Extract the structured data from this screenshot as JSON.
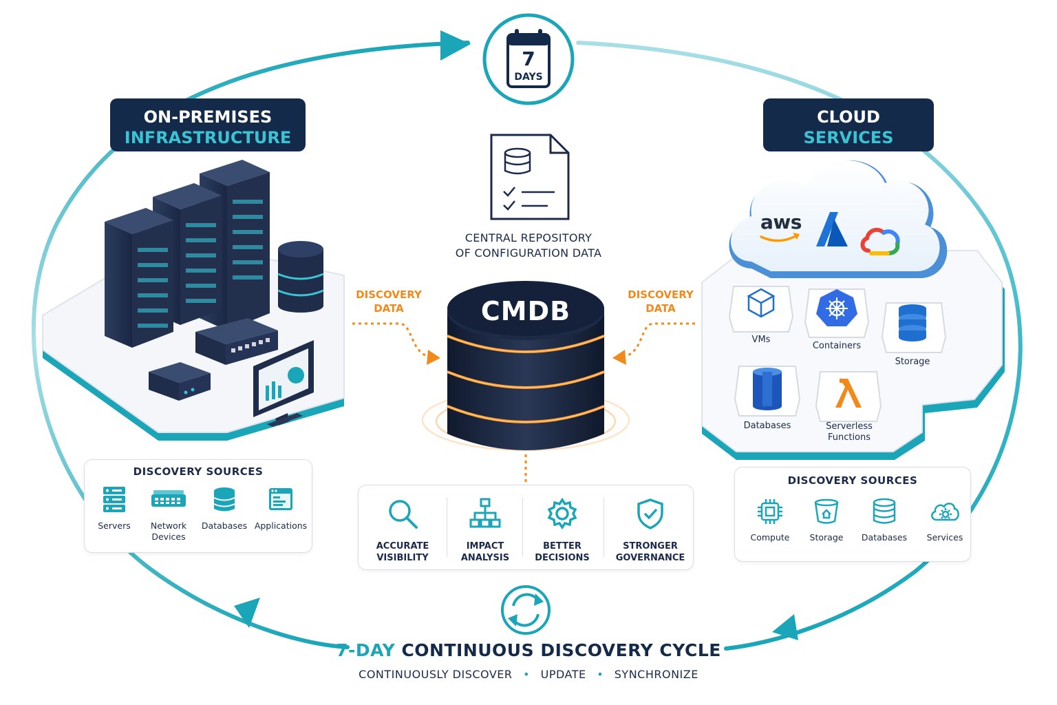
{
  "calendar": {
    "number": "7",
    "unit": "DAYS"
  },
  "onprem": {
    "title_line1": "ON-PREMISES",
    "title_line2": "INFRASTRUCTURE",
    "sources_title": "DISCOVERY SOURCES",
    "sources": [
      {
        "label": "Servers",
        "icon": "server-stack-icon"
      },
      {
        "label": "Network Devices",
        "line1": "Network",
        "line2": "Devices",
        "icon": "network-switch-icon"
      },
      {
        "label": "Databases",
        "icon": "database-icon"
      },
      {
        "label": "Applications",
        "icon": "application-window-icon"
      }
    ]
  },
  "cloud": {
    "title_line1": "CLOUD",
    "title_line2": "SERVICES",
    "providers": [
      {
        "label": "aws",
        "icon": "aws-logo"
      },
      {
        "icon": "azure-logo"
      },
      {
        "icon": "google-cloud-logo"
      }
    ],
    "resources": [
      {
        "label": "VMs",
        "icon": "cube-icon"
      },
      {
        "label": "Containers",
        "icon": "kubernetes-icon"
      },
      {
        "label": "Storage",
        "icon": "storage-stack-icon"
      },
      {
        "label": "Databases",
        "icon": "database-icon"
      },
      {
        "line1": "Serverless",
        "line2": "Functions",
        "icon": "lambda-icon"
      }
    ],
    "sources_title": "DISCOVERY SOURCES",
    "sources": [
      {
        "label": "Compute",
        "icon": "cpu-chip-icon"
      },
      {
        "label": "Storage",
        "icon": "storage-bucket-icon"
      },
      {
        "label": "Databases",
        "icon": "database-icon"
      },
      {
        "label": "Services",
        "icon": "cloud-gear-icon"
      }
    ]
  },
  "center": {
    "repo_line1": "CENTRAL REPOSITORY",
    "repo_line2": "OF CONFIGURATION DATA",
    "cmdb_label": "CMDB",
    "discovery_left_line1": "DISCOVERY",
    "discovery_left_line2": "DATA",
    "discovery_right_line1": "DISCOVERY",
    "discovery_right_line2": "DATA",
    "benefits": [
      {
        "line1": "ACCURATE",
        "line2": "VISIBILITY",
        "icon": "magnifier-icon"
      },
      {
        "line1": "IMPACT",
        "line2": "ANALYSIS",
        "icon": "hierarchy-icon"
      },
      {
        "line1": "BETTER",
        "line2": "DECISIONS",
        "icon": "gear-icon"
      },
      {
        "line1": "STRONGER",
        "line2": "GOVERNANCE",
        "icon": "shield-check-icon"
      }
    ]
  },
  "cycle": {
    "title_highlight": "7-DAY",
    "title_rest": "CONTINUOUS DISCOVERY CYCLE",
    "steps": [
      "CONTINUOUSLY DISCOVER",
      "UPDATE",
      "SYNCHRONIZE"
    ]
  },
  "colors": {
    "navy": "#142a4b",
    "teal": "#1aa6b8",
    "orange": "#f28a1b"
  }
}
